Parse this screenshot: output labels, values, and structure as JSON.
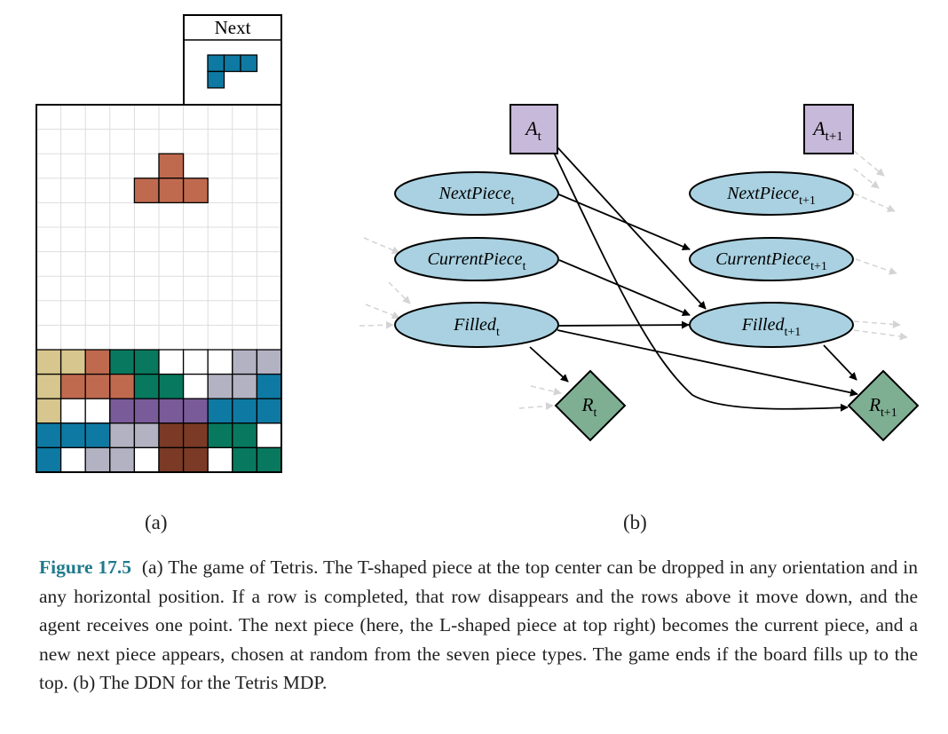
{
  "tetris": {
    "next_label": "Next",
    "cols": 10,
    "rows": 15,
    "colors": {
      "tan": "#d7c68d",
      "orange": "#bf6a4f",
      "green": "#08795e",
      "grey": "#b2b2c2",
      "blue": "#0e7aa3",
      "purple": "#7a5b9a",
      "brown": "#7a3a26",
      "empty_grid": "#dddddd"
    },
    "falling_piece": {
      "color": "orange",
      "cells": [
        [
          5,
          2
        ],
        [
          4,
          3
        ],
        [
          5,
          3
        ],
        [
          6,
          3
        ]
      ]
    },
    "next_piece": {
      "color": "blue",
      "cells": [
        [
          0,
          0
        ],
        [
          1,
          0
        ],
        [
          2,
          0
        ],
        [
          0,
          1
        ]
      ]
    },
    "bottom_rows": [
      [
        "tan",
        "tan",
        "orange",
        "green",
        "green",
        "",
        "",
        "",
        "grey",
        "grey"
      ],
      [
        "tan",
        "orange",
        "orange",
        "orange",
        "green",
        "green",
        "",
        "grey",
        "grey",
        "blue"
      ],
      [
        "tan",
        "",
        "",
        "purple",
        "purple",
        "purple",
        "purple",
        "blue",
        "blue",
        "blue"
      ],
      [
        "blue",
        "blue",
        "blue",
        "grey",
        "grey",
        "brown",
        "brown",
        "green",
        "green",
        ""
      ],
      [
        "blue",
        "",
        "grey",
        "grey",
        "",
        "brown",
        "brown",
        "",
        "green",
        "green"
      ]
    ]
  },
  "ddn": {
    "colors": {
      "decision": "#c7b9d9",
      "chance": "#a9d1e1",
      "utility": "#7faf93"
    },
    "nodes": {
      "a_t": {
        "base": "A",
        "sub": "t"
      },
      "a_t1": {
        "base": "A",
        "sub": "t+1"
      },
      "next_t": {
        "base": "NextPiece",
        "sub": "t"
      },
      "next_t1": {
        "base": "NextPiece",
        "sub": "t+1"
      },
      "curr_t": {
        "base": "CurrentPiece",
        "sub": "t"
      },
      "curr_t1": {
        "base": "CurrentPiece",
        "sub": "t+1"
      },
      "filled_t": {
        "base": "Filled",
        "sub": "t"
      },
      "filled_t1": {
        "base": "Filled",
        "sub": "t+1"
      },
      "r_t": {
        "base": "R",
        "sub": "t"
      },
      "r_t1": {
        "base": "R",
        "sub": "t+1"
      }
    }
  },
  "labels": {
    "a": "(a)",
    "b": "(b)"
  },
  "caption": {
    "figure_number": "Figure 17.5",
    "text": "(a) The game of Tetris. The T-shaped piece at the top center can be dropped in any orientation and in any horizontal position. If a row is completed, that row disappears and the rows above it move down, and the agent receives one point. The next piece (here, the L-shaped piece at top right) becomes the current piece, and a new next piece appears, chosen at random from the seven piece types. The game ends if the board fills up to the top. (b) The DDN for the Tetris MDP."
  }
}
